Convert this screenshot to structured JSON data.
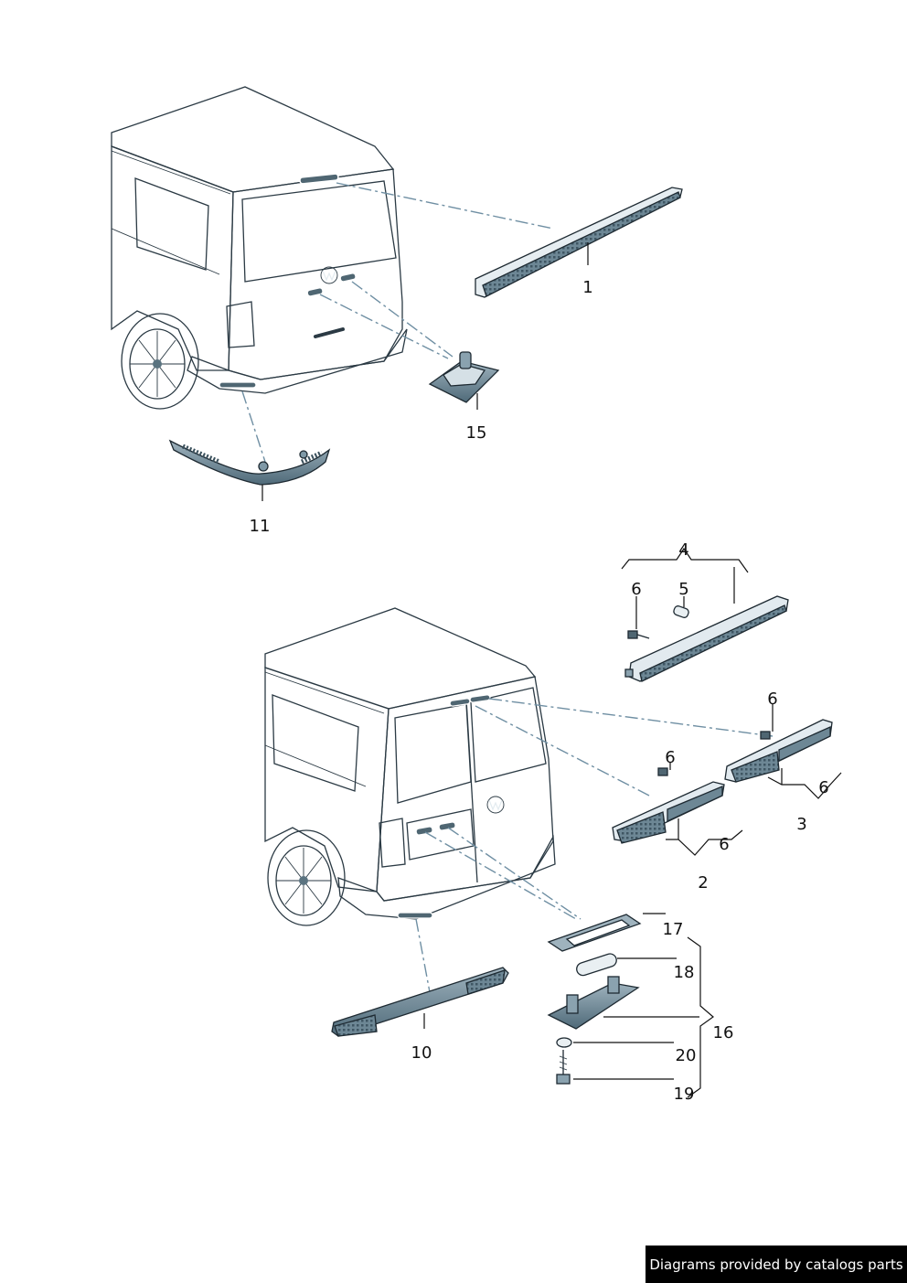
{
  "diagram": {
    "upper_group": {
      "callouts": [
        {
          "id": "1",
          "label": "1"
        },
        {
          "id": "15",
          "label": "15"
        },
        {
          "id": "11",
          "label": "11"
        }
      ]
    },
    "lower_group": {
      "callouts": [
        {
          "id": "4",
          "label": "4"
        },
        {
          "id": "6a",
          "label": "6"
        },
        {
          "id": "5",
          "label": "5"
        },
        {
          "id": "6b",
          "label": "6"
        },
        {
          "id": "6c",
          "label": "6"
        },
        {
          "id": "6d",
          "label": "6"
        },
        {
          "id": "3",
          "label": "3"
        },
        {
          "id": "6e",
          "label": "6"
        },
        {
          "id": "2",
          "label": "2"
        },
        {
          "id": "17",
          "label": "17"
        },
        {
          "id": "18",
          "label": "18"
        },
        {
          "id": "16",
          "label": "16"
        },
        {
          "id": "20",
          "label": "20"
        },
        {
          "id": "19",
          "label": "19"
        },
        {
          "id": "10",
          "label": "10"
        }
      ]
    },
    "colors": {
      "body_light": "#e3ebf0",
      "body_mid": "#c6d4dc",
      "glass": "#a9bcc7",
      "part_dark": "#5c7887",
      "part_mid": "#7f99a7",
      "leader_dash": "#6f8fa3"
    }
  },
  "footer": {
    "credit": "Diagrams provided by catalogs parts"
  }
}
